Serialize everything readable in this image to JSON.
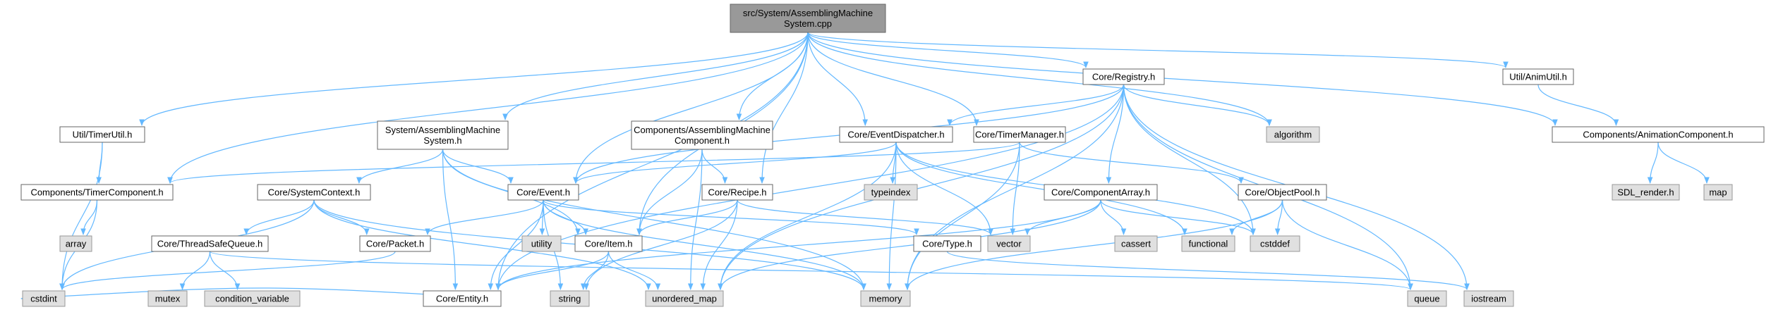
{
  "diagram": {
    "nodes": [
      {
        "id": "root",
        "lines": [
          "src/System/AssemblingMachine",
          "System.cpp"
        ],
        "kind": "root"
      },
      {
        "id": "util_timer",
        "lines": [
          "Util/TimerUtil.h"
        ],
        "kind": "local"
      },
      {
        "id": "sys_amsys",
        "lines": [
          "System/AssemblingMachine",
          "System.h"
        ],
        "kind": "local"
      },
      {
        "id": "comp_amcomp",
        "lines": [
          "Components/AssemblingMachine",
          "Component.h"
        ],
        "kind": "local"
      },
      {
        "id": "core_evdisp",
        "lines": [
          "Core/EventDispatcher.h"
        ],
        "kind": "local"
      },
      {
        "id": "core_timermgr",
        "lines": [
          "Core/TimerManager.h"
        ],
        "kind": "local"
      },
      {
        "id": "core_registry",
        "lines": [
          "Core/Registry.h"
        ],
        "kind": "local"
      },
      {
        "id": "util_anim",
        "lines": [
          "Util/AnimUtil.h"
        ],
        "kind": "local"
      },
      {
        "id": "algorithm",
        "lines": [
          "algorithm"
        ],
        "kind": "system"
      },
      {
        "id": "comp_anim",
        "lines": [
          "Components/AnimationComponent.h"
        ],
        "kind": "local"
      },
      {
        "id": "sdl_render",
        "lines": [
          "SDL_render.h"
        ],
        "kind": "system"
      },
      {
        "id": "map",
        "lines": [
          "map"
        ],
        "kind": "system"
      },
      {
        "id": "comp_timer",
        "lines": [
          "Components/TimerComponent.h"
        ],
        "kind": "local"
      },
      {
        "id": "core_sysctx",
        "lines": [
          "Core/SystemContext.h"
        ],
        "kind": "local"
      },
      {
        "id": "core_event",
        "lines": [
          "Core/Event.h"
        ],
        "kind": "local"
      },
      {
        "id": "core_recipe",
        "lines": [
          "Core/Recipe.h"
        ],
        "kind": "local"
      },
      {
        "id": "typeindex",
        "lines": [
          "typeindex"
        ],
        "kind": "system"
      },
      {
        "id": "core_comparray",
        "lines": [
          "Core/ComponentArray.h"
        ],
        "kind": "local"
      },
      {
        "id": "core_objpool",
        "lines": [
          "Core/ObjectPool.h"
        ],
        "kind": "local"
      },
      {
        "id": "array",
        "lines": [
          "array"
        ],
        "kind": "system"
      },
      {
        "id": "core_tsq",
        "lines": [
          "Core/ThreadSafeQueue.h"
        ],
        "kind": "local"
      },
      {
        "id": "core_packet",
        "lines": [
          "Core/Packet.h"
        ],
        "kind": "local"
      },
      {
        "id": "utility",
        "lines": [
          "utility"
        ],
        "kind": "system"
      },
      {
        "id": "core_item",
        "lines": [
          "Core/Item.h"
        ],
        "kind": "local"
      },
      {
        "id": "core_type",
        "lines": [
          "Core/Type.h"
        ],
        "kind": "local"
      },
      {
        "id": "vector",
        "lines": [
          "vector"
        ],
        "kind": "system"
      },
      {
        "id": "cassert",
        "lines": [
          "cassert"
        ],
        "kind": "system"
      },
      {
        "id": "functional",
        "lines": [
          "functional"
        ],
        "kind": "system"
      },
      {
        "id": "cstddef",
        "lines": [
          "cstddef"
        ],
        "kind": "system"
      },
      {
        "id": "cstdint",
        "lines": [
          "cstdint"
        ],
        "kind": "system"
      },
      {
        "id": "mutex",
        "lines": [
          "mutex"
        ],
        "kind": "system"
      },
      {
        "id": "condvar",
        "lines": [
          "condition_variable"
        ],
        "kind": "system"
      },
      {
        "id": "core_entity",
        "lines": [
          "Core/Entity.h"
        ],
        "kind": "local"
      },
      {
        "id": "string",
        "lines": [
          "string"
        ],
        "kind": "system"
      },
      {
        "id": "unordered_map",
        "lines": [
          "unordered_map"
        ],
        "kind": "system"
      },
      {
        "id": "memory",
        "lines": [
          "memory"
        ],
        "kind": "system"
      },
      {
        "id": "queue",
        "lines": [
          "queue"
        ],
        "kind": "system"
      },
      {
        "id": "iostream",
        "lines": [
          "iostream"
        ],
        "kind": "system"
      }
    ],
    "edges": [
      [
        "root",
        "util_timer"
      ],
      [
        "root",
        "sys_amsys"
      ],
      [
        "root",
        "comp_amcomp"
      ],
      [
        "root",
        "core_evdisp"
      ],
      [
        "root",
        "core_timermgr"
      ],
      [
        "root",
        "core_registry"
      ],
      [
        "root",
        "util_anim"
      ],
      [
        "root",
        "algorithm"
      ],
      [
        "root",
        "comp_anim"
      ],
      [
        "root",
        "comp_timer"
      ],
      [
        "root",
        "core_event"
      ],
      [
        "root",
        "core_recipe"
      ],
      [
        "root",
        "core_item"
      ],
      [
        "root",
        "core_entity"
      ],
      [
        "util_timer",
        "comp_timer"
      ],
      [
        "util_timer",
        "cstdint"
      ],
      [
        "sys_amsys",
        "core_sysctx"
      ],
      [
        "sys_amsys",
        "core_event"
      ],
      [
        "sys_amsys",
        "core_item"
      ],
      [
        "sys_amsys",
        "memory"
      ],
      [
        "sys_amsys",
        "core_entity"
      ],
      [
        "comp_amcomp",
        "core_recipe"
      ],
      [
        "comp_amcomp",
        "core_item"
      ],
      [
        "comp_amcomp",
        "unordered_map"
      ],
      [
        "core_evdisp",
        "core_event"
      ],
      [
        "core_evdisp",
        "typeindex"
      ],
      [
        "core_evdisp",
        "vector"
      ],
      [
        "core_evdisp",
        "functional"
      ],
      [
        "core_evdisp",
        "unordered_map"
      ],
      [
        "core_evdisp",
        "memory"
      ],
      [
        "core_evdisp",
        "cstddef"
      ],
      [
        "core_timermgr",
        "comp_timer"
      ],
      [
        "core_timermgr",
        "vector"
      ],
      [
        "core_timermgr",
        "core_objpool"
      ],
      [
        "core_timermgr",
        "memory"
      ],
      [
        "core_registry",
        "core_evdisp"
      ],
      [
        "core_registry",
        "core_comparray"
      ],
      [
        "core_registry",
        "algorithm"
      ],
      [
        "core_registry",
        "core_event"
      ],
      [
        "core_registry",
        "queue"
      ],
      [
        "core_registry",
        "iostream"
      ],
      [
        "core_registry",
        "memory"
      ],
      [
        "core_registry",
        "cstddef"
      ],
      [
        "core_registry",
        "unordered_map"
      ],
      [
        "core_registry",
        "core_entity"
      ],
      [
        "util_anim",
        "comp_anim"
      ],
      [
        "comp_anim",
        "sdl_render"
      ],
      [
        "comp_anim",
        "map"
      ],
      [
        "comp_timer",
        "array"
      ],
      [
        "comp_timer",
        "cstdint"
      ],
      [
        "core_sysctx",
        "core_tsq"
      ],
      [
        "core_sysctx",
        "core_packet"
      ],
      [
        "core_sysctx",
        "memory"
      ],
      [
        "core_sysctx",
        "cstdint"
      ],
      [
        "core_sysctx",
        "unordered_map"
      ],
      [
        "core_event",
        "core_packet"
      ],
      [
        "core_event",
        "core_item"
      ],
      [
        "core_event",
        "utility"
      ],
      [
        "core_event",
        "core_type"
      ],
      [
        "core_event",
        "string"
      ],
      [
        "core_event",
        "memory"
      ],
      [
        "core_event",
        "core_entity"
      ],
      [
        "core_recipe",
        "core_item"
      ],
      [
        "core_recipe",
        "string"
      ],
      [
        "core_recipe",
        "unordered_map"
      ],
      [
        "core_recipe",
        "vector"
      ],
      [
        "core_comparray",
        "vector"
      ],
      [
        "core_comparray",
        "cassert"
      ],
      [
        "core_comparray",
        "cstddef"
      ],
      [
        "core_comparray",
        "unordered_map"
      ],
      [
        "core_comparray",
        "core_entity"
      ],
      [
        "core_objpool",
        "functional"
      ],
      [
        "core_objpool",
        "cstddef"
      ],
      [
        "core_objpool",
        "queue"
      ],
      [
        "core_objpool",
        "memory"
      ],
      [
        "core_tsq",
        "mutex"
      ],
      [
        "core_tsq",
        "condvar"
      ],
      [
        "core_tsq",
        "queue"
      ],
      [
        "core_packet",
        "cstdint"
      ],
      [
        "core_item",
        "string"
      ],
      [
        "core_item",
        "core_entity"
      ],
      [
        "core_item",
        "unordered_map"
      ],
      [
        "core_type",
        "iostream"
      ],
      [
        "core_entity",
        "cstdint"
      ]
    ]
  }
}
